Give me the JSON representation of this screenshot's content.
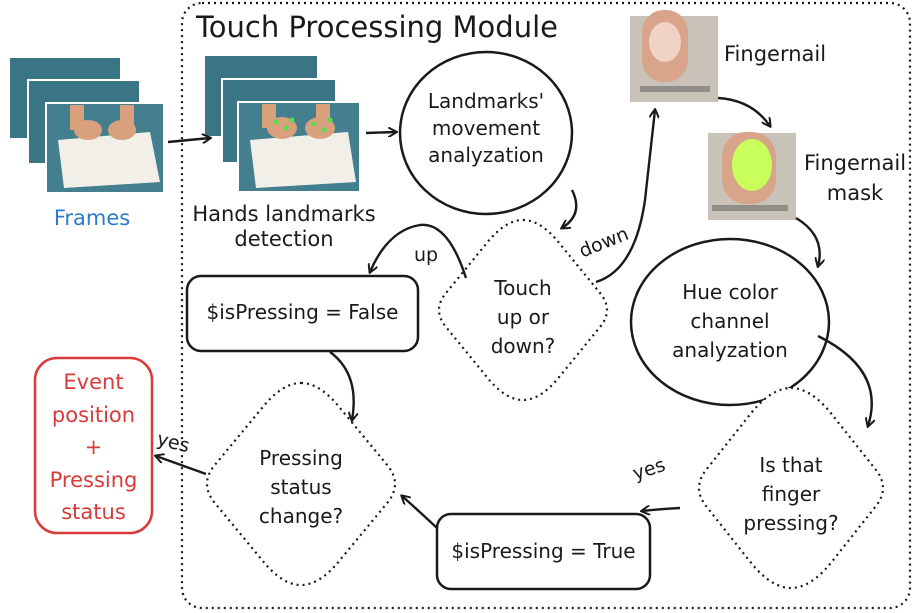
{
  "module": {
    "title": "Touch Processing Module"
  },
  "inputs": {
    "frames_label": "Frames"
  },
  "steps": {
    "hands_detection": [
      "Hands landmarks",
      "detection"
    ],
    "movement": [
      "Landmarks'",
      "movement",
      "analyzation"
    ],
    "touch_decision": [
      "Touch",
      "up or",
      "down?"
    ],
    "is_false": "$isPressing = False",
    "hue": [
      "Hue color",
      "channel",
      "analyzation"
    ],
    "finger_decision": [
      "Is that",
      "finger",
      "pressing?"
    ],
    "is_true": "$isPressing = True",
    "status_decision": [
      "Pressing",
      "status",
      "change?"
    ]
  },
  "images": {
    "fingernail_label": "Fingernail",
    "mask_label": [
      "Fingernail",
      "mask"
    ]
  },
  "output": {
    "event": [
      "Event",
      "position",
      "+",
      "Pressing",
      "status"
    ]
  },
  "edges": {
    "up": "up",
    "down": "down",
    "yes_finger": "yes",
    "yes_status": "yes"
  },
  "colors": {
    "frames_label": "#2b7bd0",
    "output": "#d93a3a",
    "mask": "#c8ff5a",
    "table": "#2e6a78"
  }
}
